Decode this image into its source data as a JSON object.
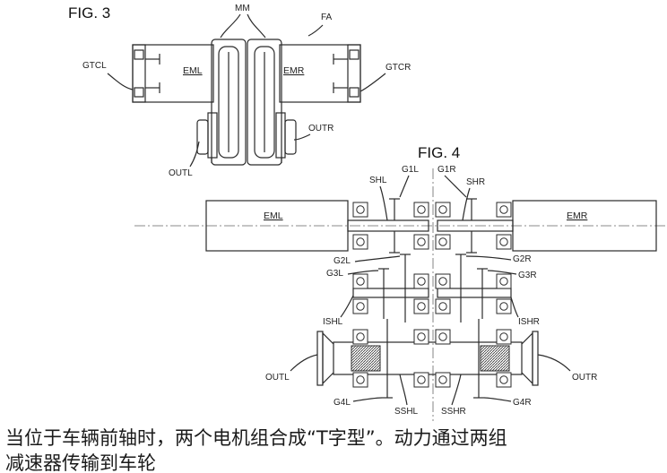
{
  "fig3": {
    "title": "FIG. 3",
    "labels": {
      "mm": "MM",
      "fa": "FA",
      "gtcl": "GTCL",
      "gtcr": "GTCR",
      "eml": "EML",
      "emr": "EMR",
      "outl": "OUTL",
      "outr": "OUTR"
    }
  },
  "fig4": {
    "title": "FIG. 4",
    "labels": {
      "shl": "SHL",
      "g1l": "G1L",
      "g1r": "G1R",
      "shr": "SHR",
      "eml": "EML",
      "emr": "EMR",
      "g2l": "G2L",
      "g2r": "G2R",
      "g3l": "G3L",
      "g3r": "G3R",
      "ishl": "ISHL",
      "ishr": "ISHR",
      "outl": "OUTL",
      "outr": "OUTR",
      "g4l": "G4L",
      "sshl": "SSHL",
      "sshr": "SSHR",
      "g4r": "G4R"
    }
  },
  "caption": {
    "line1": "当位于车辆前轴时，两个电机组合成“T字型”。动力通过两组",
    "line2": "减速器传输到车轮"
  }
}
